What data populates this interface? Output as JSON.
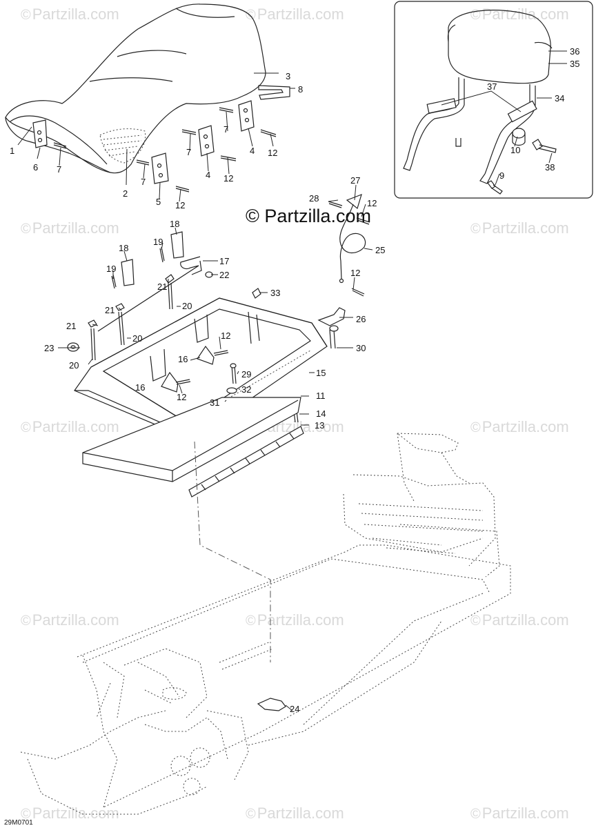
{
  "watermark": {
    "symbol": "©",
    "text": "Partzilla.com",
    "color": "#d9d9d9"
  },
  "brand": {
    "symbol": "©",
    "text": "Partzilla.com"
  },
  "diagram_code": "29M0701",
  "callouts": [
    {
      "id": "c1",
      "label": "1"
    },
    {
      "id": "c2",
      "label": "2"
    },
    {
      "id": "c3",
      "label": "3"
    },
    {
      "id": "c4a",
      "label": "4"
    },
    {
      "id": "c4b",
      "label": "4"
    },
    {
      "id": "c5",
      "label": "5"
    },
    {
      "id": "c6",
      "label": "6"
    },
    {
      "id": "c7a",
      "label": "7"
    },
    {
      "id": "c7b",
      "label": "7"
    },
    {
      "id": "c7c",
      "label": "7"
    },
    {
      "id": "c7d",
      "label": "7"
    },
    {
      "id": "c8",
      "label": "8"
    },
    {
      "id": "c9",
      "label": "9"
    },
    {
      "id": "c10",
      "label": "10"
    },
    {
      "id": "c11",
      "label": "11"
    },
    {
      "id": "c12a",
      "label": "12"
    },
    {
      "id": "c12b",
      "label": "12"
    },
    {
      "id": "c12c",
      "label": "12"
    },
    {
      "id": "c12d",
      "label": "12"
    },
    {
      "id": "c12e",
      "label": "12"
    },
    {
      "id": "c12f",
      "label": "12"
    },
    {
      "id": "c12g",
      "label": "12"
    },
    {
      "id": "c13",
      "label": "13"
    },
    {
      "id": "c14",
      "label": "14"
    },
    {
      "id": "c15",
      "label": "15"
    },
    {
      "id": "c16a",
      "label": "16"
    },
    {
      "id": "c16b",
      "label": "16"
    },
    {
      "id": "c17",
      "label": "17"
    },
    {
      "id": "c18a",
      "label": "18"
    },
    {
      "id": "c18b",
      "label": "18"
    },
    {
      "id": "c19a",
      "label": "19"
    },
    {
      "id": "c19b",
      "label": "19"
    },
    {
      "id": "c20a",
      "label": "20"
    },
    {
      "id": "c20b",
      "label": "20"
    },
    {
      "id": "c20c",
      "label": "20"
    },
    {
      "id": "c21a",
      "label": "21"
    },
    {
      "id": "c21b",
      "label": "21"
    },
    {
      "id": "c21c",
      "label": "21"
    },
    {
      "id": "c22",
      "label": "22"
    },
    {
      "id": "c23",
      "label": "23"
    },
    {
      "id": "c24",
      "label": "24"
    },
    {
      "id": "c25",
      "label": "25"
    },
    {
      "id": "c26",
      "label": "26"
    },
    {
      "id": "c27",
      "label": "27"
    },
    {
      "id": "c28",
      "label": "28"
    },
    {
      "id": "c29",
      "label": "29"
    },
    {
      "id": "c30",
      "label": "30"
    },
    {
      "id": "c31",
      "label": "31"
    },
    {
      "id": "c32",
      "label": "32"
    },
    {
      "id": "c33",
      "label": "33"
    },
    {
      "id": "c34",
      "label": "34"
    },
    {
      "id": "c35",
      "label": "35"
    },
    {
      "id": "c36",
      "label": "36"
    },
    {
      "id": "c37",
      "label": "37"
    },
    {
      "id": "c38",
      "label": "38"
    }
  ]
}
